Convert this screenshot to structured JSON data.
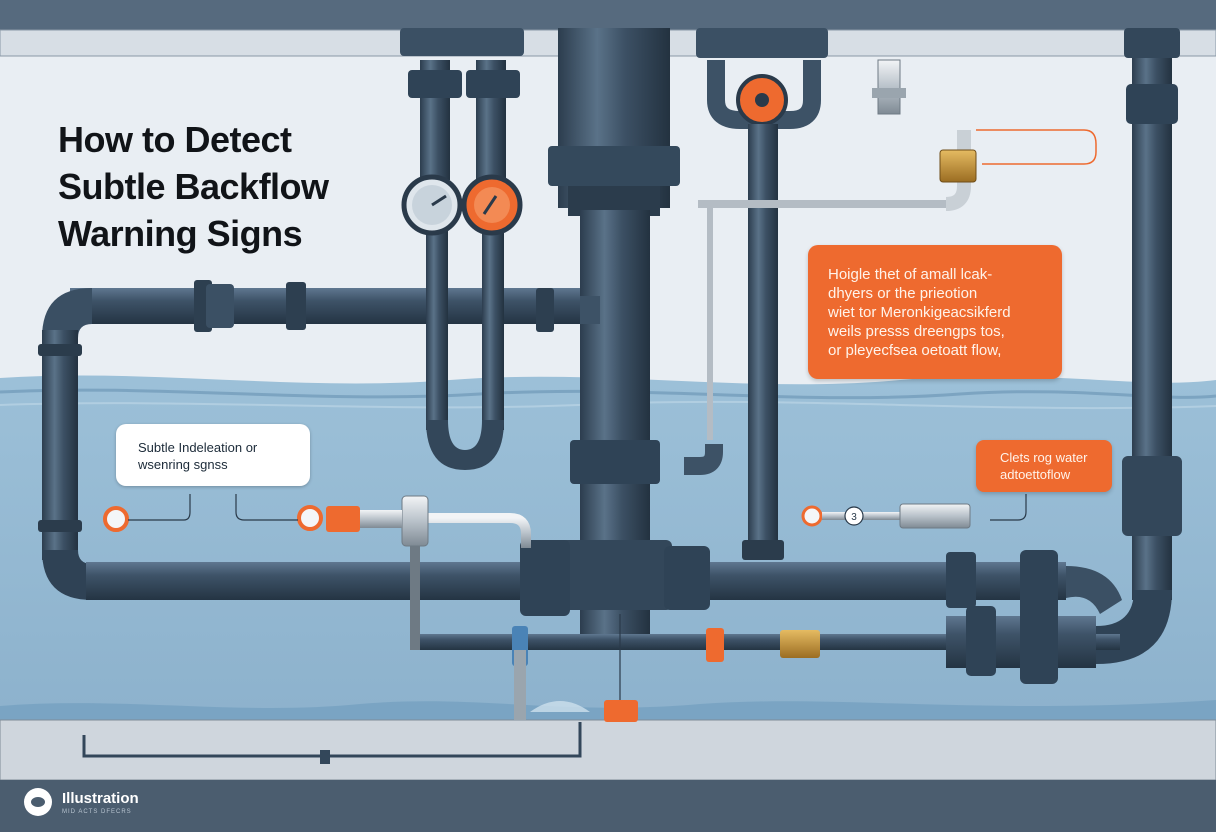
{
  "title": {
    "lines": [
      "How to Detect",
      "Subtle Backflow",
      "Warning Signs"
    ]
  },
  "callouts": {
    "orange_large": {
      "lines": [
        "Hoigle thet of amall lcak-",
        "dhyers or the prieotion",
        "wiet tor Meronkigeacsikferd",
        "weils presss dreengps tos,",
        "or pleyecfsea oetoatt flow,"
      ]
    },
    "orange_small": {
      "lines": [
        "Clets rog water",
        "adtoettoflow"
      ]
    },
    "white": {
      "lines": [
        "Subtle Indeleation or",
        "wsenring sgnss"
      ]
    }
  },
  "gauge_right_label": "3",
  "footer": {
    "brand": "Illustration",
    "tagline": "MID ACTS DFECRS"
  },
  "colors": {
    "pipe": "#3d5266",
    "pipe_highlight": "#5a7186",
    "pipe_shadow": "#2a3a4a",
    "accent_orange": "#ee6a2f",
    "brass": "#c9973f",
    "water": "#8fb4cf",
    "background": "#e9eef3",
    "frame": "#566a7e"
  }
}
